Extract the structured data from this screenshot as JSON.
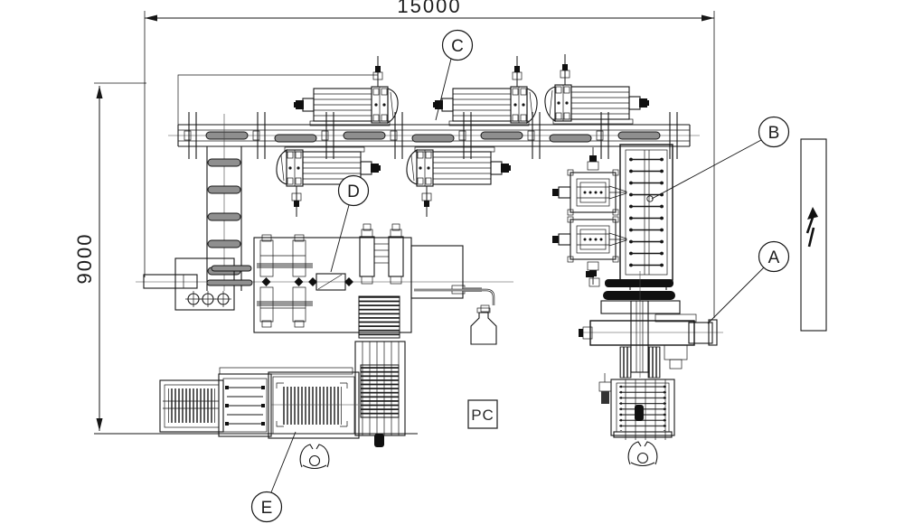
{
  "drawing": {
    "dim_width": "15000",
    "dim_height": "9000",
    "callouts": {
      "a": "A",
      "b": "B",
      "c": "C",
      "d": "D",
      "e": "E"
    },
    "pc_label": "PC"
  },
  "icons": {
    "electrical_panel": "lightning-bolt-icon",
    "operator": "person-top-view-icon"
  },
  "colors": {
    "line": "#161616",
    "background": "#ffffff",
    "roller_fill": "#8f8f8f",
    "dark_fill": "#101010"
  }
}
